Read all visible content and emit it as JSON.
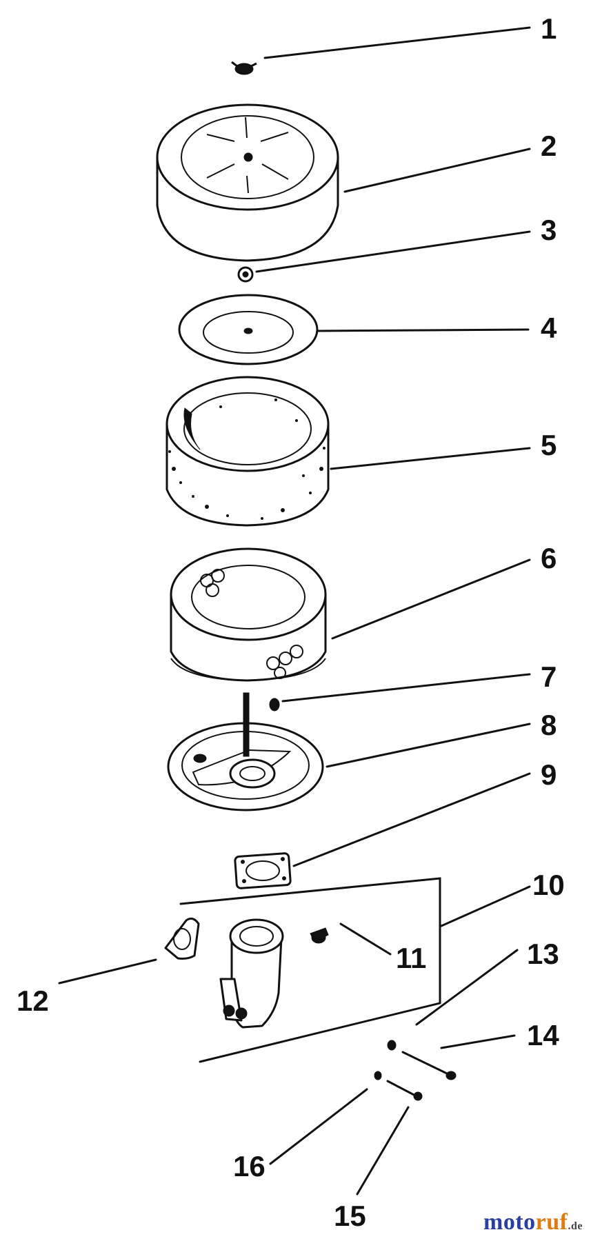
{
  "callouts": [
    "1",
    "2",
    "3",
    "4",
    "5",
    "6",
    "7",
    "8",
    "9",
    "10",
    "11",
    "12",
    "13",
    "14",
    "15",
    "16"
  ],
  "watermark": {
    "part1": "moto",
    "part2": "ruf",
    "tld": ".de"
  },
  "colors": {
    "ink": "#111111",
    "background": "#ffffff",
    "wm_blue": "#2b3fa0",
    "wm_orange": "#e07a12"
  }
}
